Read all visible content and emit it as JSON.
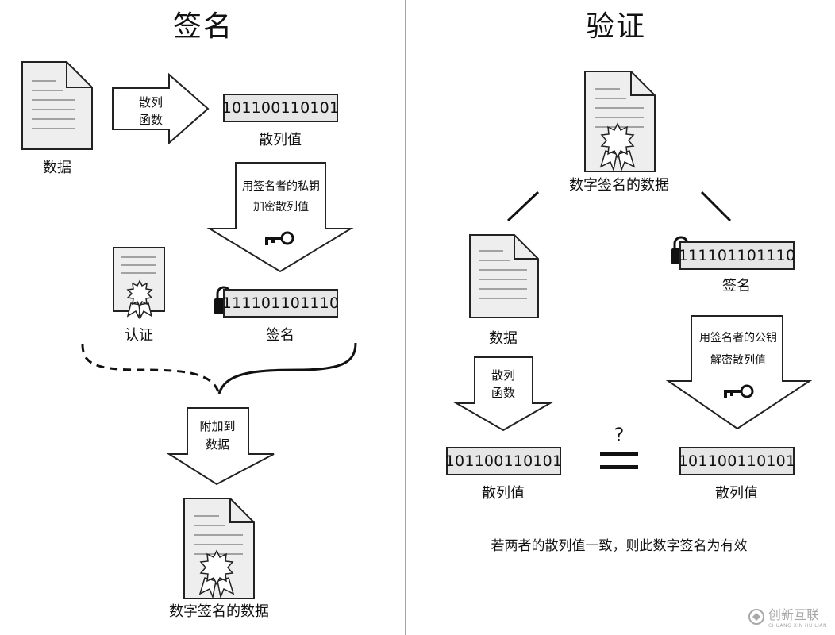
{
  "sign": {
    "title": "签名",
    "document_label": "数据",
    "hash_arrow_label": [
      "散列",
      "函数"
    ],
    "hash_value": "101100110101",
    "hash_label": "散列值",
    "encrypt_arrow_label": [
      "用签名者的私钥",
      "加密散列值"
    ],
    "cert_label": "认证",
    "signature_value": "111101101110",
    "signature_label": "签名",
    "attach_arrow_label": [
      "附加到",
      "数据"
    ],
    "signed_doc_label": "数字签名的数据"
  },
  "verify": {
    "title": "验证",
    "signed_doc_label": "数字签名的数据",
    "document_label": "数据",
    "signature_value": "111101101110",
    "signature_label": "签名",
    "hash_arrow_label": [
      "散列",
      "函数"
    ],
    "decrypt_arrow_label": [
      "用签名者的公钥",
      "解密散列值"
    ],
    "hash_value_left": "101100110101",
    "hash_label_left": "散列值",
    "question_mark": "?",
    "hash_value_right": "101100110101",
    "hash_label_right": "散列值",
    "conclusion": "若两者的散列值一致，则此数字签名为有效"
  },
  "watermark": {
    "main": "创新互联",
    "sub": "CHUANG XIN HU LIAN"
  },
  "colors": {
    "line": "#222222",
    "doc_fill": "#eeeeee",
    "box_fill": "#e6e6e6",
    "arrow_fill": "#ffffff",
    "divider": "#888888"
  }
}
